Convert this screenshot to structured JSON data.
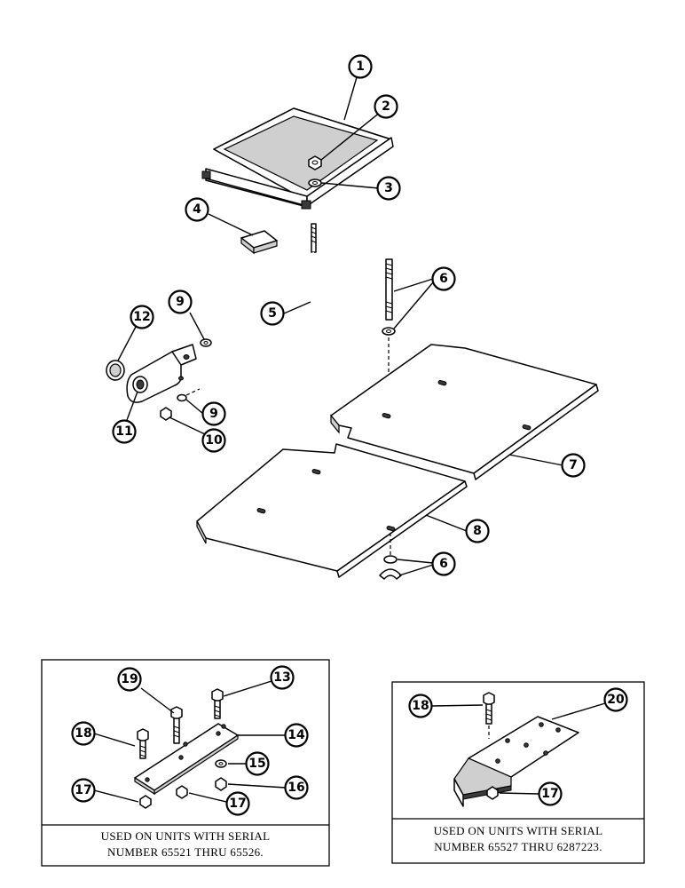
{
  "callouts": {
    "c1": "1",
    "c2": "2",
    "c3": "3",
    "c4": "4",
    "c5": "5",
    "c6a": "6",
    "c6b": "6",
    "c7": "7",
    "c8": "8",
    "c9a": "9",
    "c9b": "9",
    "c10": "10",
    "c11": "11",
    "c12": "12",
    "c13": "13",
    "c14": "14",
    "c15": "15",
    "c16": "16",
    "c17a": "17",
    "c17b": "17",
    "c18a": "18",
    "c19": "19",
    "c18b": "18",
    "c20": "20",
    "c17c": "17"
  },
  "notes": {
    "left_line1": "USED ON UNITS WITH SERIAL",
    "left_line2": "NUMBER 65521 THRU 65526.",
    "right_line1": "USED ON UNITS WITH SERIAL",
    "right_line2": "NUMBER 65527 THRU 6287223."
  }
}
